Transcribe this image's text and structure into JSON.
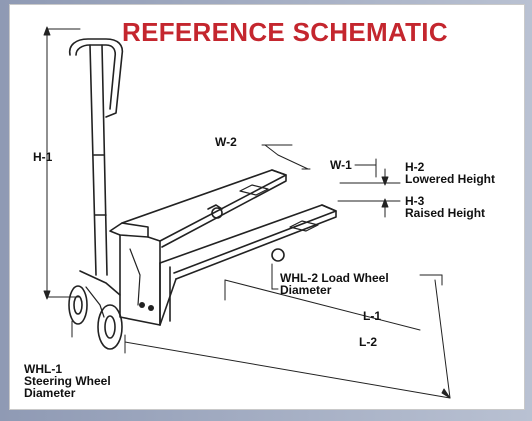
{
  "title": "REFERENCE SCHEMATIC",
  "colors": {
    "title": "#c4262e",
    "linework": "#222222",
    "panel": "#ffffff"
  },
  "labels": {
    "h1": "H-1",
    "w2": "W-2",
    "w1": "W-1",
    "h2": "H-2",
    "h2_desc": "Lowered Height",
    "h3": "H-3",
    "h3_desc": "Raised Height",
    "whl2_line1": "WHL-2 Load Wheel",
    "whl2_line2": "Diameter",
    "l1": "L-1",
    "l2": "L-2",
    "whl1_line1": "WHL-1",
    "whl1_line2": "Steering Wheel",
    "whl1_line3": "Diameter"
  }
}
